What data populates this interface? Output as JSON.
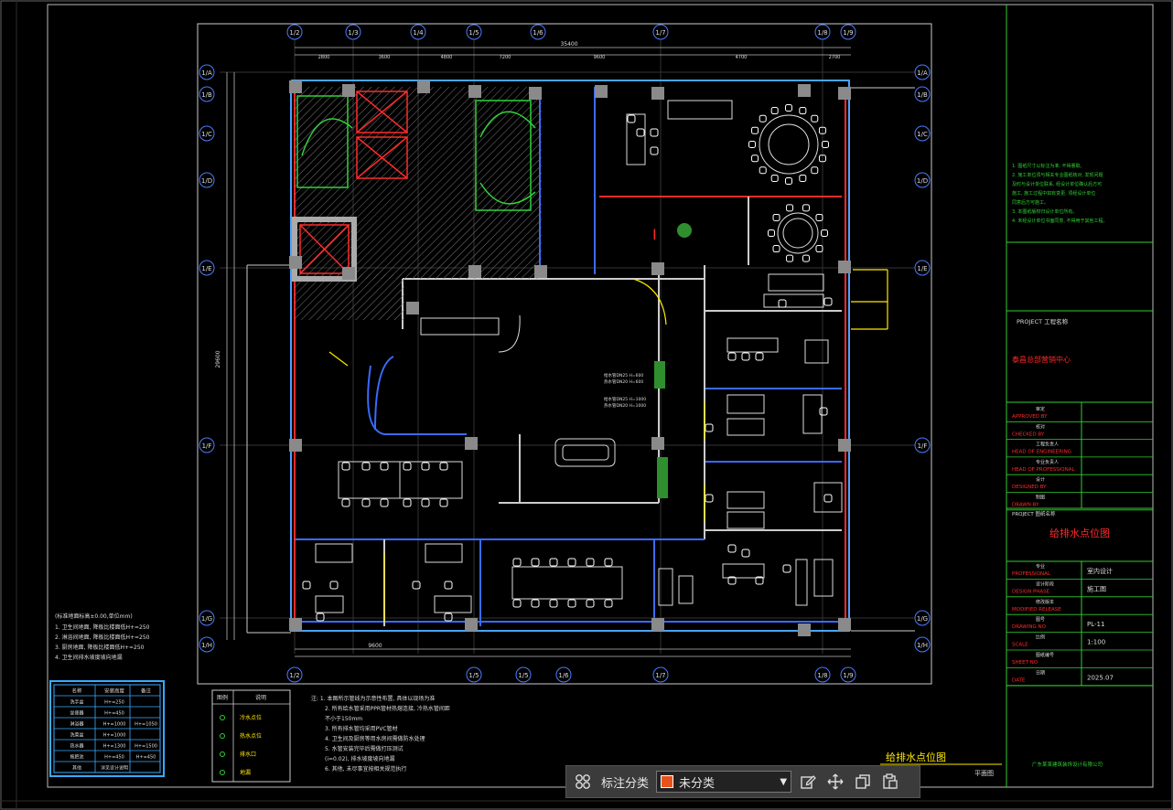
{
  "drawing": {
    "notes_top_left": "(标准地面标高±0.00,单位mm)",
    "notes_left": [
      "1. 卫生间地面, 降板比楼面低H+=250",
      "2. 淋浴间地面, 降板比楼面低H+=250",
      "3. 厨房地面, 降板比楼面低H+=250",
      "4. 卫生间排水坡度坡向地漏"
    ],
    "grid_labels_top": [
      "1/2",
      "1/3",
      "1/4",
      "1/5",
      "1/6",
      "1/7",
      "1/8",
      "1/9"
    ],
    "grid_labels_bottom": [
      "1/2",
      "1/5",
      "1/5",
      "1/6",
      "1/7",
      "1/8",
      "1/9"
    ],
    "grid_labels_left": [
      "1/A",
      "1/B",
      "1/C",
      "1/D",
      "1/E",
      "1/F",
      "1/G",
      "1/H"
    ],
    "dim_top": [
      "2800",
      "3600",
      "4800",
      "7200",
      "9600",
      "4700",
      "2700"
    ],
    "dim_bottom": "9600",
    "stair_sign": "I",
    "water_labels": [
      "给水管DN25 H=600",
      "热水管DN20 H=600",
      "给水管DN25 H=1000",
      "热水管DN20 H=1000"
    ],
    "legend_table": {
      "headers": [
        "名称",
        "安装高度",
        "备注"
      ],
      "rows": [
        [
          "洗手盆",
          "H+=250",
          ""
        ],
        [
          "坐便器",
          "H+=450",
          ""
        ],
        [
          "淋浴器",
          "H+=1000",
          "H+=1050"
        ],
        [
          "洗菜盆",
          "H+=1000",
          ""
        ],
        [
          "热水器",
          "H+=1300",
          "H+=1500"
        ],
        [
          "拖把池",
          "H+=450",
          "H+=450"
        ],
        [
          "其他",
          "详见设计说明",
          ""
        ]
      ]
    },
    "symbol_legend": {
      "headers": [
        "图例",
        "说明"
      ],
      "rows": [
        [
          "冷水点位"
        ],
        [
          "热水点位"
        ],
        [
          "排水口"
        ],
        [
          "地漏"
        ]
      ]
    },
    "general_notes": [
      "注: 1. 本图所示管线为示意性布置, 具体以现场为准",
      "2. 所有给水管采用PPR管材热熔连接, 冷热水管间距",
      "不小于150mm",
      "3. 所有排水管均采用PVC管材",
      "4. 卫生间及厨房等用水房间需做防水处理",
      "5. 水管安装完毕后需做打压测试",
      "(i=0.02), 排水坡度坡向地漏",
      "6. 其他, 未尽事宜按相关规范执行"
    ],
    "drawing_title": "给排水点位图",
    "drawing_scale_label": "平面图"
  },
  "title_block": {
    "notes": [
      "1. 图纸尺寸以标注为准, 不得量取。",
      "2. 施工单位须与相关专业图纸核对, 发现问题",
      "及时与设计单位联系, 经设计单位确认后方可",
      "施工, 施工过程中如有变更, 须经设计单位",
      "同意后方可施工。",
      "3. 本图纸版权归设计单位所有。",
      "4. 未经设计单位书面同意, 不得用于其他工程。"
    ],
    "project_label": "PROJECT 工程名称",
    "project_name": "泰昌总部营销中心",
    "rows": [
      {
        "cn": "审定",
        "en": "APPROVED BY"
      },
      {
        "cn": "校对",
        "en": "CHECKED BY"
      },
      {
        "cn": "工程负责人",
        "en": "HEAD OF ENGINEERING"
      },
      {
        "cn": "专业负责人",
        "en": "HEAD OF PROFESSIONAL"
      },
      {
        "cn": "设计",
        "en": "DESIGNED BY"
      },
      {
        "cn": "制图",
        "en": "DRAWN BY"
      }
    ],
    "drawing_label": "PROJECT 图纸名称",
    "drawing_name": "给排水点位图",
    "info_rows": [
      {
        "cn": "专业",
        "en": "PROFESSIONAL",
        "value": "室内设计"
      },
      {
        "cn": "设计阶段",
        "en": "DESIGN PHASE",
        "value": "施工图"
      },
      {
        "cn": "修改版本",
        "en": "MODIFIED RELEASE",
        "value": ""
      },
      {
        "cn": "图号",
        "en": "DRAWING NO",
        "value": "PL-11"
      },
      {
        "cn": "比例",
        "en": "SCALE",
        "value": "1:100"
      },
      {
        "cn": "图纸编号",
        "en": "SHEET NO",
        "value": ""
      },
      {
        "cn": "日期",
        "en": "DATE",
        "value": "2025.07"
      }
    ],
    "footer": "广东某某建筑装饰设计有限公司"
  },
  "toolbar": {
    "grid_icon": "grid-icon",
    "category_label": "标注分类",
    "category_value": "未分类",
    "swatch_color": "#e8531c",
    "dropdown_icon": "chevron-down-icon",
    "edit_icon": "edit-icon",
    "move_icon": "move-icon",
    "copy_icon": "copy-icon",
    "paste_icon": "paste-icon"
  }
}
